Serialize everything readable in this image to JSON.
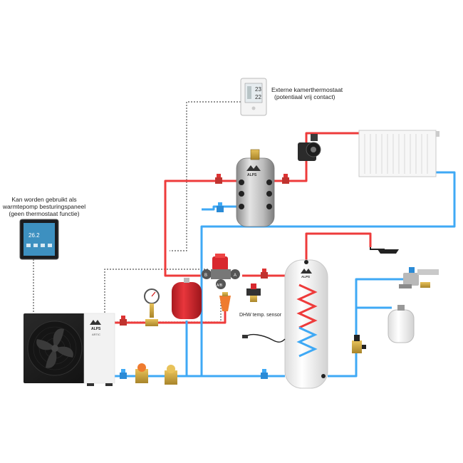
{
  "labels": {
    "thermostat_line1": "Externe kamerthermostaat",
    "thermostat_line2": "(potentiaal vrij contact)",
    "panel_line1": "Kan worden gebruikt als",
    "panel_line2": "warmtepomp besturingspaneel",
    "panel_line3": "(geen thermostaat functie)",
    "dhw_sensor": "DHW temp. sensor"
  },
  "device_text": {
    "thermostat_temp1": "23",
    "thermostat_temp2": "22",
    "panel_temp": "26.2",
    "heatpump_brand": "ALPS",
    "heatpump_model": "ARTIC",
    "buffer_brand": "ALPS",
    "boiler_brand": "ALPS",
    "valve_port_b": "B",
    "valve_port_a": "A",
    "valve_port_ab": "A/B"
  },
  "colors": {
    "hot_pipe": "#ee3b3b",
    "cold_pipe": "#3fa9f5",
    "signal_line": "#555555",
    "valve_red": "#d8282e"
  },
  "icons": [
    "heat-pump-icon",
    "buffer-tank-icon",
    "circulation-pump-icon",
    "radiator-icon",
    "thermostat-icon",
    "control-panel-icon",
    "expansion-vessel-icon",
    "pressure-gauge-icon",
    "three-way-valve-icon",
    "dhw-boiler-icon",
    "shower-icon",
    "mixing-valve-icon",
    "water-expansion-vessel-icon",
    "safety-group-icon",
    "filter-icon",
    "temperature-sensor-icon"
  ]
}
